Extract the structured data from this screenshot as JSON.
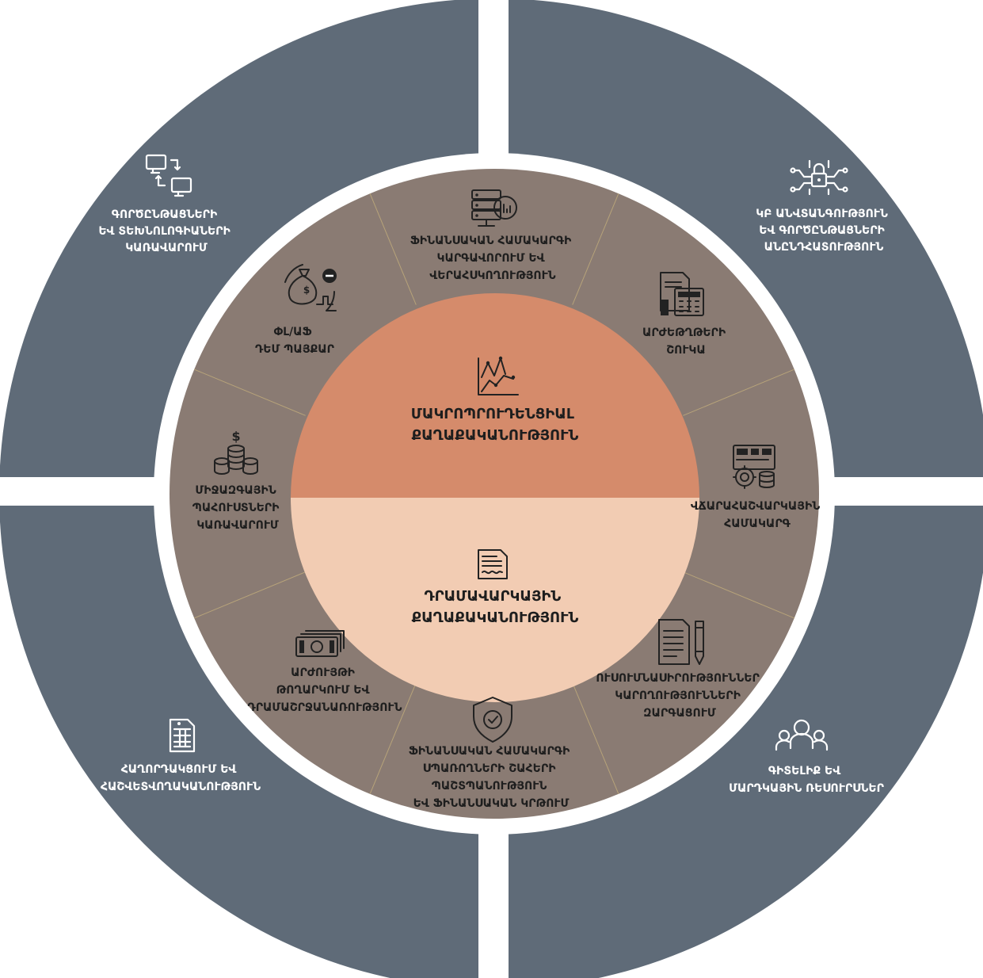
{
  "colors": {
    "outer_ring": "#5f6b78",
    "middle_ring": "#8a7b73",
    "core_top": "#d58b6b",
    "core_bottom": "#f2ccb3",
    "segment_divider": "#b7a37a",
    "gap": "#ffffff"
  },
  "outer_quadrants": [
    {
      "icon": "computers-transfer-icon",
      "lines": [
        "ԳՈՐԾԸՆԹԱՑՆԵՐԻ",
        "ԵՎ ՏԵԽՆՈԼՈԳԻԱՆԵՐԻ",
        "ԿԱՌԱՎԱՐՈՒՄ"
      ]
    },
    {
      "icon": "network-lock-icon",
      "lines": [
        "ԿԲ ԱՆՎՏԱՆԳՈՒԹՅՈՒՆ",
        "ԵՎ ԳՈՐԾԸՆԹԱՑՆԵՐԻ",
        "ԱՆԸՆԴՀԱՏՈՒԹՅՈՒՆ"
      ]
    },
    {
      "icon": "team-people-icon",
      "lines": [
        "ԳԻՏԵԼԻՔ ԵՎ",
        "ՄԱՐԴԿԱՅԻՆ ՌԵՍՈՒՐՍՆԵՐ"
      ]
    },
    {
      "icon": "spreadsheet-document-icon",
      "lines": [
        "ՀԱՂՈՐԴԱԿՑՈՒՄ ԵՎ",
        "ՀԱՇՎԵՏՎՈՂԱԿԱՆՈՒԹՅՈՒՆ"
      ]
    }
  ],
  "segments": [
    {
      "icon": "server-chart-icon",
      "lines": [
        "ՖԻՆԱՆՍԱԿԱՆ ՀԱՄԱԿԱՐԳԻ",
        "ԿԱՐԳԱՎՈՐՈՒՄ ԵՎ",
        "ՎԵՐԱՀՍԿՈՂՈՒԹՅՈՒՆ"
      ]
    },
    {
      "icon": "calculator-document-icon",
      "lines": [
        "ԱՐԺԵԹՂԹԵՐԻ",
        "ՇՈՒԿԱ"
      ]
    },
    {
      "icon": "payment-system-gear-icon",
      "lines": [
        "ՎՃԱՐԱՀԱՇՎԱՐԿԱՅԻՆ",
        "ՀԱՄԱԿԱՐԳ"
      ]
    },
    {
      "icon": "document-pencil-icon",
      "lines": [
        "ՈՒՍՈՒՄՆԱՍԻՐՈՒԹՅՈՒՆՆԵՐ",
        "ԿԱՐՈՂՈՒԹՅՈՒՆՆԵՐԻ",
        "ԶԱՐԳԱՑՈՒՄ"
      ]
    },
    {
      "icon": "shield-check-icon",
      "lines": [
        "ՖԻՆԱՆՍԱԿԱՆ ՀԱՄԱԿԱՐԳԻ",
        "ՍՊԱՌՈՂՆԵՐԻ ՇԱՀԵՐԻ",
        "ՊԱՇՏՊԱՆՈՒԹՅՈՒՆ",
        "ԵՎ ՖԻՆԱՆՍԱԿԱՆ ԿՐԹՈՒՄ"
      ]
    },
    {
      "icon": "banknotes-icon",
      "lines": [
        "ԱՐԺՈՒՅԹԻ",
        "ԹՈՂԱՐԿՈՒՄ ԵՎ",
        "ԴՐԱՄԱՇՐՋԱՆԱՌՈՒԹՅՈՒՆ"
      ]
    },
    {
      "icon": "coin-stacks-icon",
      "lines": [
        "ՄԻՋԱԶԳԱՅԻՆ",
        "ՊԱՀՈՒՍՏՆԵՐԻ",
        "ԿԱՌԱՎԱՐՈՒՄ"
      ]
    },
    {
      "icon": "money-bag-cycle-icon",
      "lines": [
        "ՓԼ/ԱՖ",
        "ԴԵՄ ՊԱՅՔԱՐ"
      ]
    }
  ],
  "core": {
    "top": {
      "icon": "trend-chart-icon",
      "lines": [
        "ՄԱԿՐՈՊՐՈՒԴԵՆՑԻԱԼ",
        "ՔԱՂԱՔԱԿԱՆՈՒԹՅՈՒՆ"
      ]
    },
    "bottom": {
      "icon": "policy-document-icon",
      "lines": [
        "ԴՐԱՄԱՎԱՐԿԱՅԻՆ",
        "ՔԱՂԱՔԱԿԱՆՈՒԹՅՈՒՆ"
      ]
    }
  }
}
